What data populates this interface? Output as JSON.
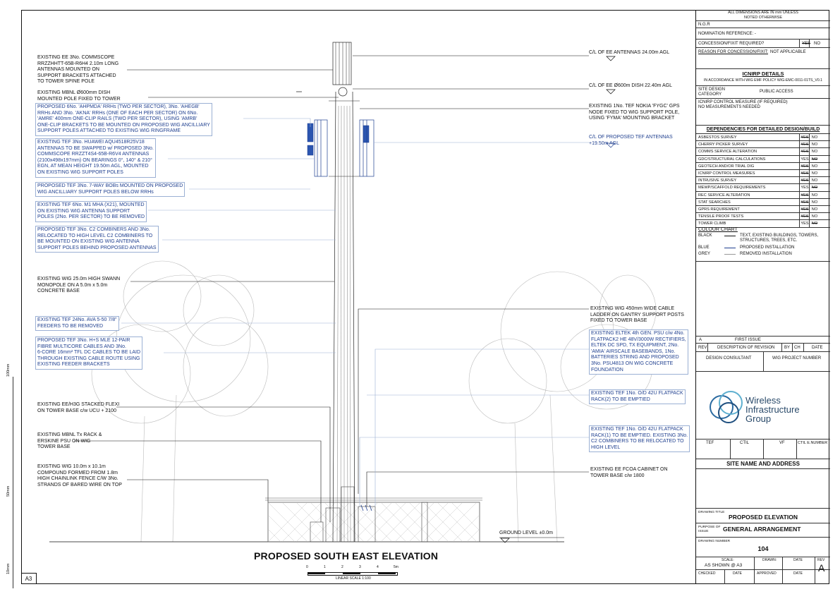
{
  "sheet_size": "A3",
  "scale_bar": {
    "ticks": [
      "0",
      "1",
      "2",
      "3",
      "4",
      "5m"
    ],
    "caption": "LINEAR SCALE 1:100"
  },
  "side_ruler": {
    "top": "100mm",
    "mid": "50mm",
    "bottom": "10mm"
  },
  "elevation_title": "PROPOSED SOUTH EAST ELEVATION",
  "left_labels": [
    {
      "text": "EXISTING EE 3No. COMMSCOPE\nRRZZHHTT-65B-R6H4 2.10m LONG\nANTENNAS MOUNTED ON\nSUPPORT BRACKETS ATTACHED\nTO TOWER SPINE POLE",
      "blue": false
    },
    {
      "text": "EXISTING MBNL Ø600mm DISH\nMOUNTED POLE FIXED TO TOWER",
      "blue": false
    },
    {
      "text": "PROPOSED 6No. 'AHPMDA' RRHs (TWO PER SECTOR), 3No. 'AHEGB'\nRRHs AND 3No. 'AKNA' RRHs (ONE OF EACH PER SECTOR) ON 6No.\n'AMRE' 400mm ONE-CLIP RAILS (TWO PER SECTOR), USING 'AMRB'\nONE-CLIP BRACKETS TO BE MOUNTED ON PROPOSED WIG ANCILLIARY\nSUPPORT POLES ATTACHED TO EXISTING WIG RINGFRAME",
      "blue": true
    },
    {
      "text": "EXISTING TEF 3No. HUAWEI AQU4518R25V18\nANTENNAS TO BE SWAPPED w/ PROPOSED 3No.\nCOMMSCOPE RRZZT4S4-65B-R6V4 ANTENNAS\n(2100x498x197mm) ON BEARINGS 0°, 140° & 210°\nEGN, AT MEAN HEIGHT 19.50m AGL, MOUNTED\nON EXISTING WIG SUPPORT POLES",
      "blue": true
    },
    {
      "text": "PROPOSED TEF 3No. 7-WAY BOBs MOUNTED ON PROPOSED\nWIG ANCILLIARY SUPPORT POLES BELOW RRHs",
      "blue": true
    },
    {
      "text": "EXISTING TEF 6No. M1 MHA (X21), MOUNTED\nON EXISTING WIG ANTENNA SUPPORT\nPOLES (2No. PER SECTOR) TO BE REMOVED",
      "blue": true
    },
    {
      "text": "PROPOSED TEF 3No. C2 COMBINERS AND 3No.\nRELOCATED TO HIGH LEVEL C2 COMBINERS TO\nBE MOUNTED ON EXISTING WIG ANTENNA\nSUPPORT POLES BEHIND PROPOSED ANTENNAS",
      "blue": true
    },
    {
      "text": "EXISTING WIG 25.0m HIGH SWANN\nMONOPOLE ON A 5.0m x 5.0m\nCONCRETE BASE",
      "blue": false
    },
    {
      "text": "EXISTING TEF 24No. AVA 5-50 7/8\"\nFEEDERS TO BE REMOVED",
      "blue": true
    },
    {
      "text": "PROPOSED TEF 3No. H+S MLE 12-PAIR\nFIBRE MULTICORE CABLES AND 3No.\n6-CORE 16mm² TFL DC CABLES TO BE LAID\nTHROUGH EXISTING CABLE ROUTE USING\nEXISTING FEEDER BRACKETS",
      "blue": true
    },
    {
      "text": "EXISTING EE/H3G STACKED FLEXI\nON TOWER BASE c/w UCU + 2100",
      "blue": false
    },
    {
      "text": "EXISTING MBNL Tx RACK &\nERSKINE PSU ON WIG\nTOWER BASE",
      "blue": false
    },
    {
      "text": "EXISTING WIG 10.0m x 10.1m\nCOMPOUND FORMED FROM 1.8m\nHIGH CHAINLINK FENCE C/W 3No.\nSTRANDS OF BARED WIRE ON TOP",
      "blue": false
    }
  ],
  "right_labels": [
    {
      "text": "C/L OF EE ANTENNAS 24.00m AGL",
      "blue": false
    },
    {
      "text": "C/L OF EE Ø600m DISH 22.40m AGL",
      "blue": false
    },
    {
      "text": "EXISTING 1No. TEF NOKIA 'FYGC' GPS\nNODE FIXED TO WIG SUPPORT POLE,\nUSING 'FYMA' MOUNTING BRACKET",
      "blue": false
    },
    {
      "text": "C/L OF PROPOSED TEF ANTENNAS\n+19.50m AGL",
      "blue": true
    },
    {
      "text": "EXISTING WIG 450mm WIDE CABLE\nLADDER ON GANTRY SUPPORT POSTS\nFIXED TO TOWER BASE",
      "blue": false
    },
    {
      "text": "EXISTING ELTEK 4th GEN. PSU c/w 4No.\nFLATPACK2 HE 48V/3000W RECTIFIERS,\nELTEK DC SPD, TX EQUIPMENT, 2No.\n'AMIA' AIRSCALE BASEBANDS, 1No.\nBATTERIES STRING AND PROPOSED\n3No. PSU4813 ON WIG CONCRETE\nFOUNDATION",
      "blue": true
    },
    {
      "text": "EXISTING TEF 1No. O/D 42U FLATPACK\nRACK(2) TO BE EMPTIED",
      "blue": true
    },
    {
      "text": "EXISTING TEF 1No. O/D 42U FLATPACK\nRACK(1) TO BE EMPTIED. EXISTING 3No.\nC2 COMBINERS TO BE RELOCATED TO\nHIGH LEVEL",
      "blue": true
    },
    {
      "text": "EXISTING EE FCOA CABINET ON\nTOWER BASE c/w 1800",
      "blue": false
    },
    {
      "text": "GROUND LEVEL ±0.0m",
      "blue": false
    }
  ],
  "title_block": {
    "dimensions_note": "ALL DIMENSIONS ARE IN mm UNLESS\nNOTED OTHERWISE",
    "ngr": "N.G.R",
    "nomination": "NOMINATION REFERENCE: -",
    "concession_q": "CONCESSION/FIXIT REQUIRED?",
    "concession_yes": "YES",
    "concession_no": "NO",
    "reason": "REASON FOR CONCESSION/FIXIT:",
    "reason_val": "NOT APPLICABLE",
    "icnirp_title": "ICNIRP DETAILS",
    "icnirp_policy": "IN ACCORDANCE WITH WIG EMF POLICY WIG-EMC-0011-01TS_V0.1",
    "site_design_cat": "SITE DESIGN\nCATEGORY",
    "site_design_val": "PUBLIC ACCESS",
    "icnirp_measure": "ICNIRP CONTROL MEASURE (IF REQUIRED)\nNO MEASUREMENTS NEEDED",
    "dependencies_title": "DEPENDENCIES FOR DETAILED DESIGN/BUILD",
    "dependencies": [
      {
        "name": "ASBESTOS SURVEY",
        "yes": "YES",
        "no": "NO",
        "sel": "no"
      },
      {
        "name": "CHERRY PICKER SURVEY",
        "yes": "YES",
        "no": "NO",
        "sel": "no"
      },
      {
        "name": "COMMS SERVICE ALTERATION",
        "yes": "YES",
        "no": "NO",
        "sel": "no"
      },
      {
        "name": "GDC/STRUCTURAL CALCULATIONS",
        "yes": "YES",
        "no": "NO",
        "sel": "yes"
      },
      {
        "name": "GEOTECH AND/OR TRIAL DIG",
        "yes": "YES",
        "no": "NO",
        "sel": "no"
      },
      {
        "name": "ICNIRP CONTROL MEASURES",
        "yes": "YES",
        "no": "NO",
        "sel": "no"
      },
      {
        "name": "INTRUSIVE SURVEY",
        "yes": "YES",
        "no": "NO",
        "sel": "no"
      },
      {
        "name": "MEWP/SCAFFOLD REQUIREMENTS",
        "yes": "YES",
        "no": "NO",
        "sel": "yes"
      },
      {
        "name": "REC SERVICE ALTERATION",
        "yes": "YES",
        "no": "NO",
        "sel": "no"
      },
      {
        "name": "STAT SEARCHES",
        "yes": "YES",
        "no": "NO",
        "sel": "no"
      },
      {
        "name": "GPRS REQUIREMENT",
        "yes": "YES",
        "no": "NO",
        "sel": "no"
      },
      {
        "name": "TENSILE PROOF TESTS",
        "yes": "YES",
        "no": "NO",
        "sel": "no"
      },
      {
        "name": "TOWER CLIMB",
        "yes": "YES",
        "no": "NO",
        "sel": "yes"
      }
    ],
    "colour_chart_title": "COLOUR CHART",
    "colour_chart": [
      {
        "name": "BLACK",
        "desc": "TEXT, EXISTING BUILDINGS, TOWERS,\nSTRUCTURES, TREES, ETC.",
        "color": "#111111"
      },
      {
        "name": "BLUE",
        "desc": "PROPOSED INSTALLATION",
        "color": "#1f3f8f"
      },
      {
        "name": "GREY",
        "desc": "REMOVED INSTALLATION",
        "color": "#999999"
      }
    ],
    "revision": {
      "rev": "A",
      "desc": "FIRST ISSUE"
    },
    "rev_headers": [
      "REV",
      "DESCRIPTION OF REVISION",
      "BY",
      "CH",
      "DATE"
    ],
    "design_consultant": "DESIGN CONSULTANT",
    "wig_project_number": "WIG PROJECT NUMBER",
    "logo_text": "Wireless\nInfrastructure\nGroup",
    "operators": [
      "TEF",
      "CTIL",
      "VF",
      "CTIL E.NUMBER"
    ],
    "site_name_title": "SITE NAME AND ADDRESS",
    "drawing_title_label": "DRAWING TITLE",
    "drawing_title": "PROPOSED ELEVATION",
    "purpose_label": "PURPOSE OF\nISSUE",
    "purpose": "GENERAL ARRANGEMENT",
    "drawing_number_label": "DRAWING NUMBER",
    "drawing_number": "104",
    "footer_headers": [
      "SCALE:",
      "DRAWN:",
      "DATE",
      "REV"
    ],
    "scale_value": "AS SHOWN @ A3",
    "footer_headers2": [
      "CHECKED",
      "DATE",
      "APPROVED",
      "DATE"
    ],
    "rev_value": "A"
  },
  "colors": {
    "blue": "#1f3f8f",
    "grey": "#999999",
    "ink": "#111111"
  }
}
